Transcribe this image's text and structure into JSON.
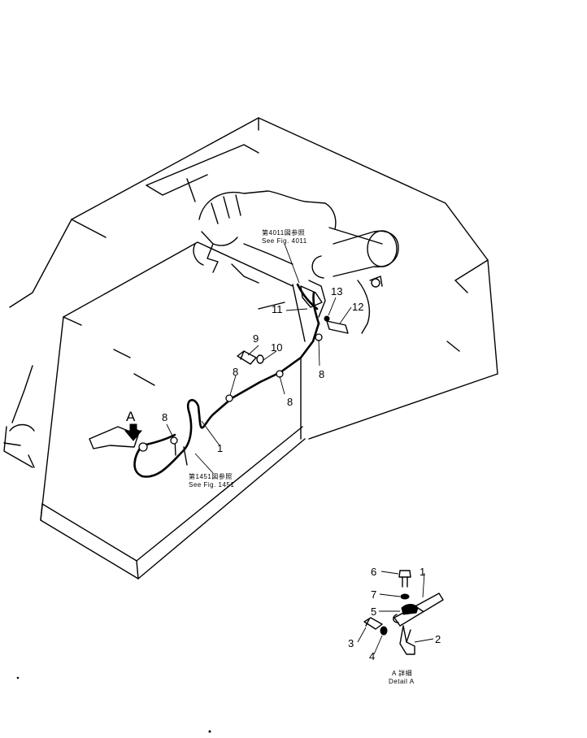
{
  "callouts": {
    "c1": "1",
    "c8a": "8",
    "c8b": "8",
    "c8c": "8",
    "c8d": "8",
    "c9": "9",
    "c10": "10",
    "c11": "11",
    "c12": "12",
    "c13": "13",
    "cA": "A"
  },
  "notes": {
    "fig4011_jp": "第4011図参照",
    "fig4011_en": "See Fig. 4011",
    "fig1451_jp": "第1451図参照",
    "fig1451_en": "See Fig. 1451"
  },
  "detail": {
    "d1": "1",
    "d2": "2",
    "d3": "3",
    "d4": "4",
    "d5": "5",
    "d6": "6",
    "d7": "7",
    "caption_jp": "A 詳細",
    "caption_en": "Detail A"
  }
}
